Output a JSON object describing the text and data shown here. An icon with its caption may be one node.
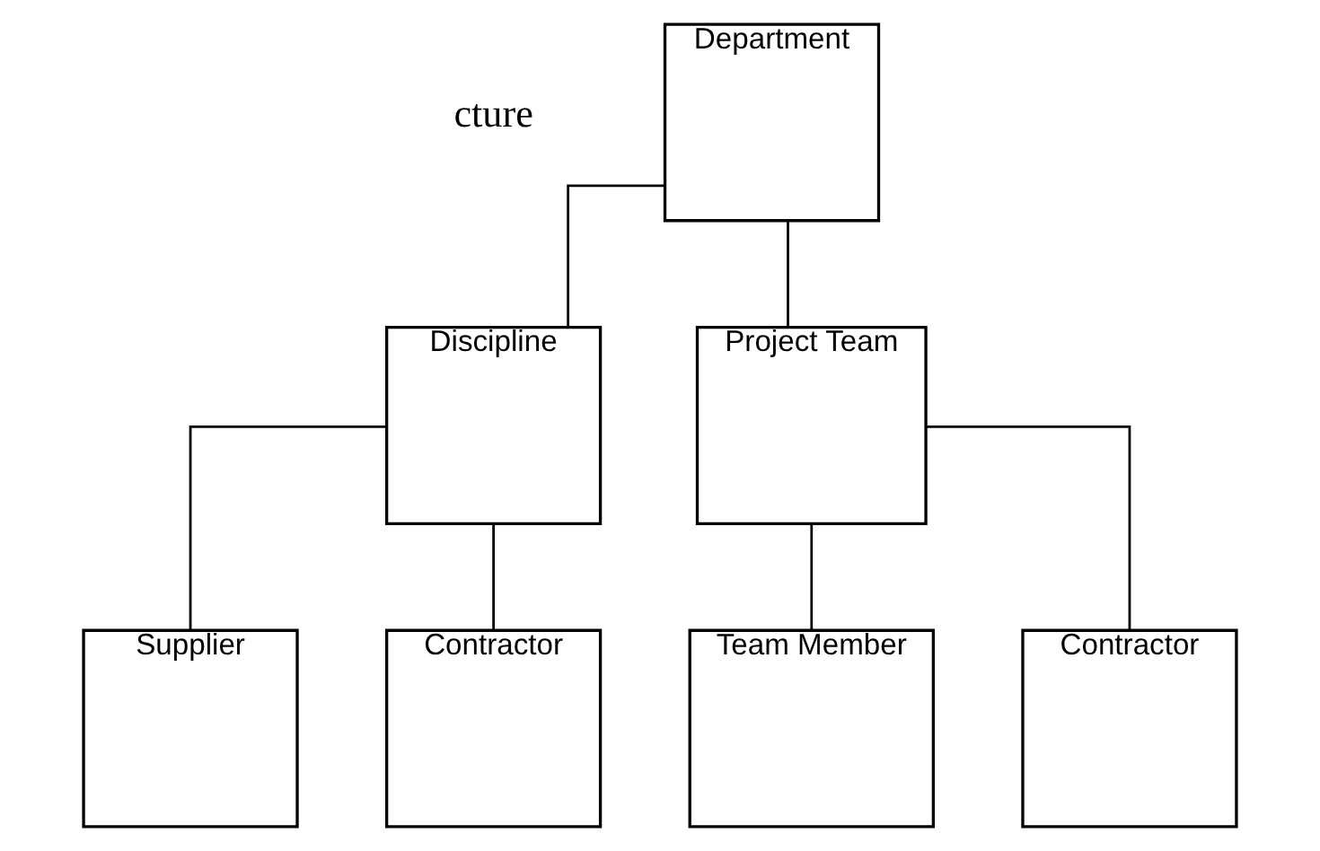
{
  "diagram": {
    "nodes": [
      {
        "text": [
          "Department"
        ]
      },
      {
        "text": [
          "Discipline"
        ]
      },
      {
        "text": [
          "Project Team"
        ]
      },
      {
        "text": [
          "Supplier"
        ]
      },
      {
        "text": [
          "Contractor"
        ]
      },
      {
        "text": [
          "Team Member"
        ]
      },
      {
        "text": [
          "Contractor"
        ]
      }
    ],
    "edges": [
      {
        "from": 0,
        "to": 1,
        "arrow": "none"
      },
      {
        "from": 0,
        "to": 2,
        "arrow": "none"
      },
      {
        "from": 1,
        "to": 3,
        "arrow": "none"
      },
      {
        "from": 1,
        "to": 4,
        "arrow": "none"
      },
      {
        "from": 2,
        "to": 5,
        "arrow": "none"
      },
      {
        "from": 2,
        "to": 6,
        "arrow": "none"
      }
    ],
    "labels": [
      "cture"
    ]
  }
}
